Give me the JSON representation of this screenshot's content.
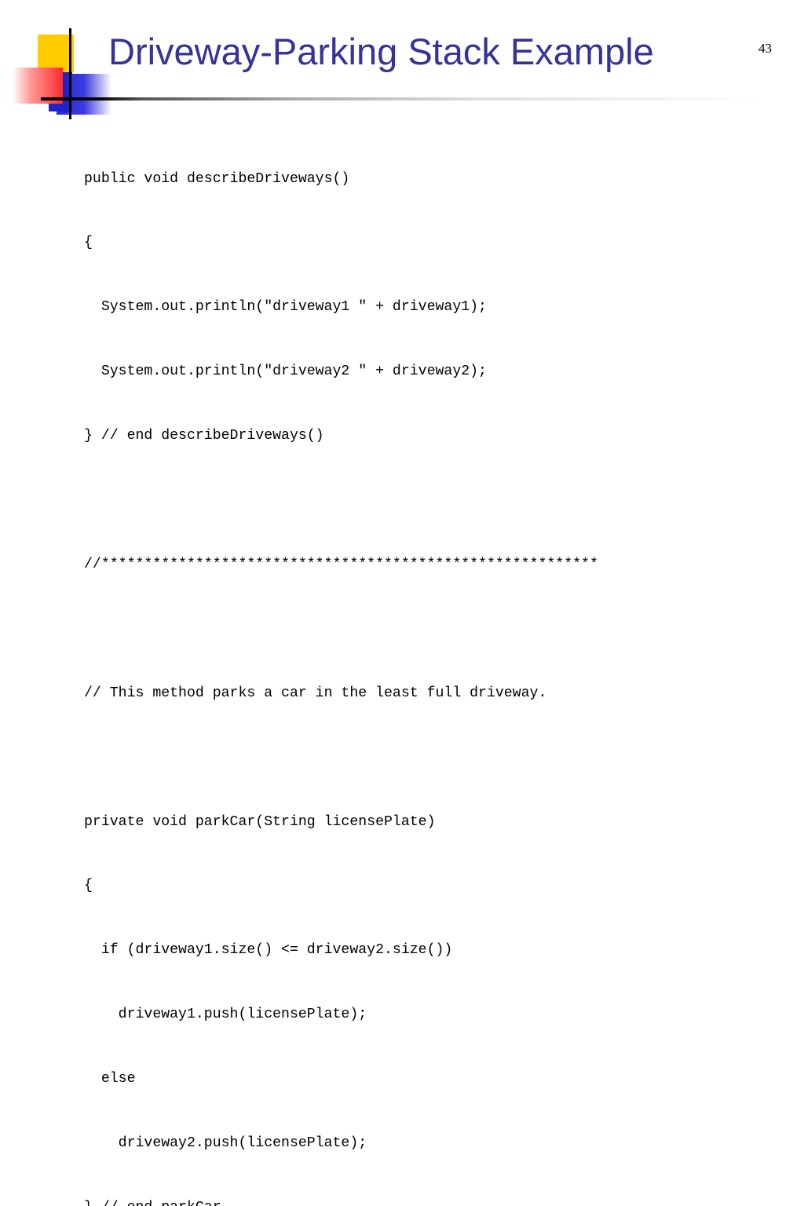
{
  "slide": {
    "title": "Driveway-Parking Stack Example",
    "page_number": "43",
    "colors": {
      "title": "#333399",
      "logo_yellow": "#ffcc00",
      "logo_red": "#ff2b2b",
      "logo_blue": "#2222cc"
    },
    "icons": [
      "logo-squares-icon"
    ]
  },
  "code": {
    "lines": [
      "public void describeDriveways()",
      "{",
      "  System.out.println(\"driveway1 \" + driveway1);",
      "  System.out.println(\"driveway2 \" + driveway2);",
      "} // end describeDriveways()",
      "",
      "//**********************************************************",
      "",
      "// This method parks a car in the least full driveway.",
      "",
      "private void parkCar(String licensePlate)",
      "{",
      "  if (driveway1.size() <= driveway2.size())",
      "    driveway1.push(licensePlate);",
      "  else",
      "    driveway2.push(licensePlate);",
      "} // end parkCar"
    ]
  }
}
